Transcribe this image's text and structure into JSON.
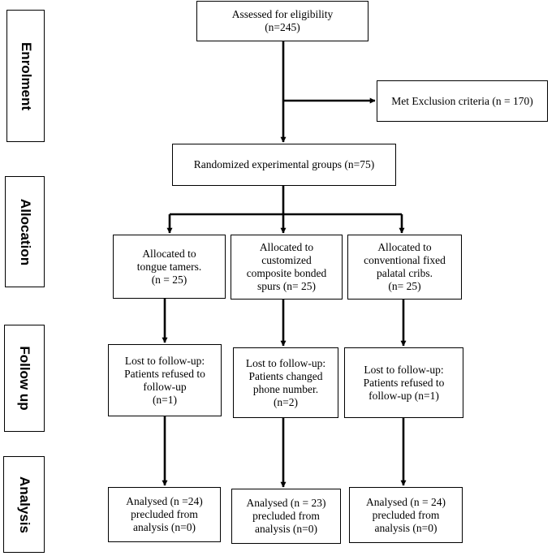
{
  "stages": [
    {
      "id": "enrolment",
      "label": "Enrolment"
    },
    {
      "id": "allocation",
      "label": "Allocation"
    },
    {
      "id": "follow-up",
      "label": "Follow up"
    },
    {
      "id": "analysis",
      "label": "Analysis"
    }
  ],
  "boxes": {
    "assessed": {
      "lines": [
        "Assessed for eligibility",
        "(n=245)"
      ]
    },
    "excluded": {
      "lines": [
        "Met Exclusion criteria (n = 170)"
      ]
    },
    "randomized": {
      "lines": [
        "Randomized experimental groups (n=75)"
      ]
    },
    "alloc_1": {
      "lines": [
        "Allocated to",
        "tongue tamers.",
        "(n = 25)"
      ]
    },
    "alloc_2": {
      "lines": [
        "Allocated to",
        "customized",
        "composite bonded",
        "spurs (n= 25)"
      ]
    },
    "alloc_3": {
      "lines": [
        "Allocated to",
        "conventional fixed",
        "palatal cribs.",
        "(n= 25)"
      ]
    },
    "lost_1": {
      "lines": [
        "Lost to follow-up:",
        "Patients refused to",
        "follow-up",
        "(n=1)"
      ]
    },
    "lost_2": {
      "lines": [
        "Lost to follow-up:",
        "Patients changed",
        "phone number.",
        "(n=2)"
      ]
    },
    "lost_3": {
      "lines": [
        "Lost to follow-up:",
        "Patients refused to",
        "follow-up (n=1)"
      ]
    },
    "analysed_1": {
      "lines": [
        "Analysed (n =24)",
        "precluded from",
        "analysis (n=0)"
      ]
    },
    "analysed_2": {
      "lines": [
        "Analysed (n = 23)",
        "precluded from",
        "analysis (n=0)"
      ]
    },
    "analysed_3": {
      "lines": [
        "Analysed (n = 24)",
        "precluded from",
        "analysis (n=0)"
      ]
    }
  },
  "colors": {
    "line": "#000000",
    "box_border": "#000000",
    "background": "#ffffff"
  }
}
